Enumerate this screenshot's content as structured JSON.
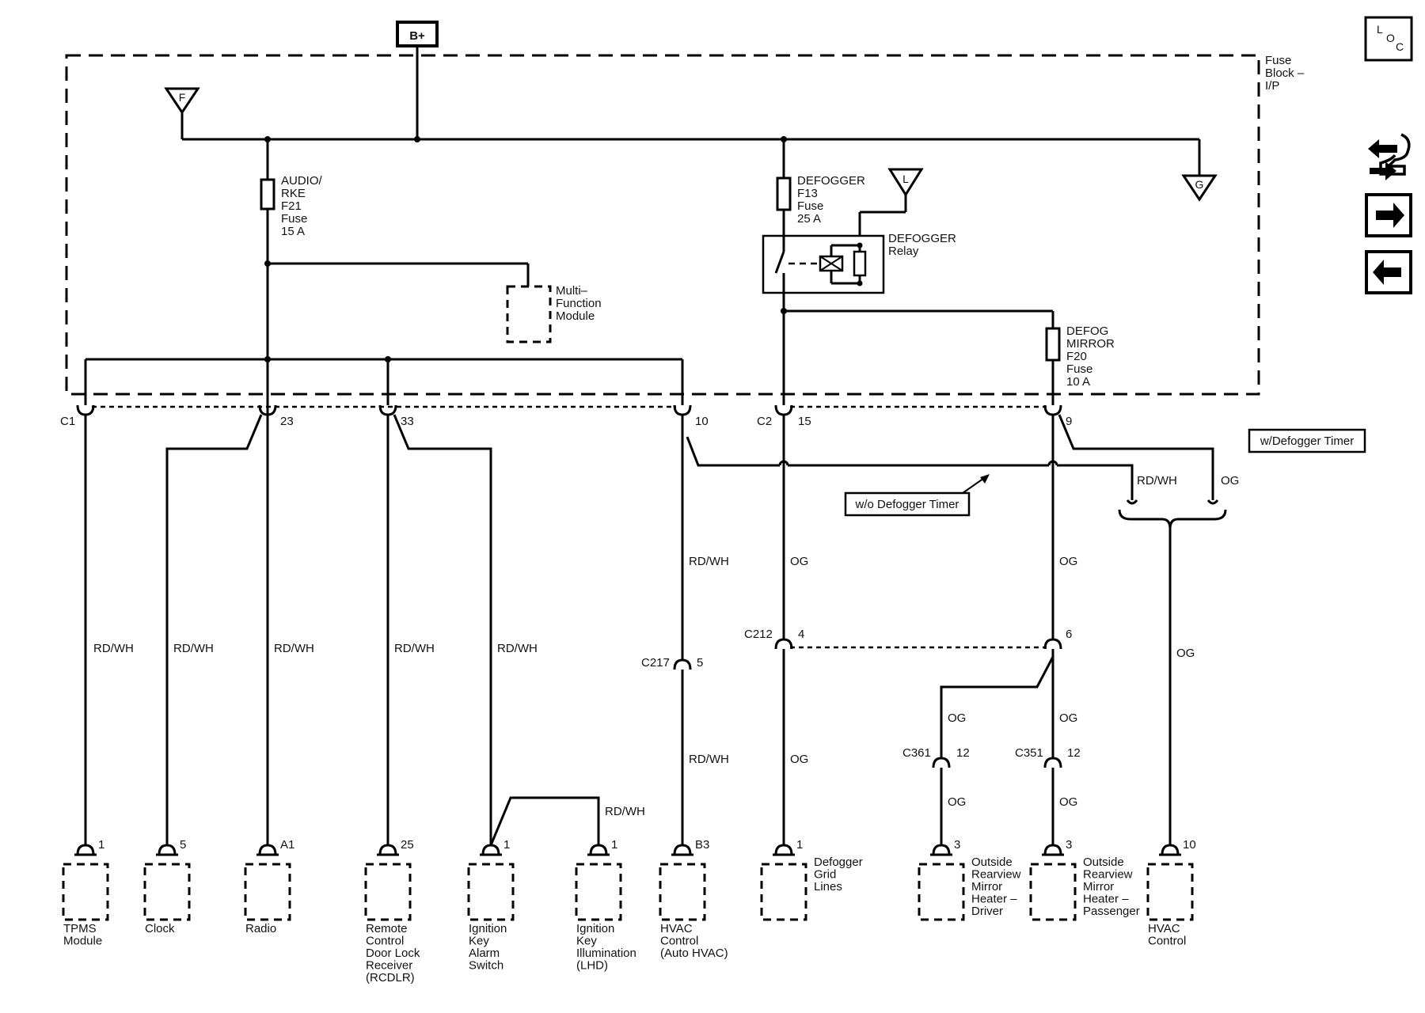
{
  "power_source": "B+",
  "fuse_block_label": [
    "Fuse",
    "Block –",
    "I/P"
  ],
  "refs": {
    "f": "F",
    "g": "G",
    "l": "L"
  },
  "fuses": {
    "audio": [
      "AUDIO/",
      "RKE",
      "F21",
      "Fuse",
      "15 A"
    ],
    "defogger": [
      "DEFOGGER",
      "F13",
      "Fuse",
      "25 A"
    ],
    "defog_mirror": [
      "DEFOG",
      "MIRROR",
      "F20",
      "Fuse",
      "10 A"
    ]
  },
  "relay_label": [
    "DEFOGGER",
    "Relay"
  ],
  "mfm_label": [
    "Multi–",
    "Function",
    "Module"
  ],
  "connectors": {
    "c1": "C1",
    "c2": "C2",
    "p23": "23",
    "p33": "33",
    "p10": "10",
    "p15": "15",
    "p9": "9",
    "c212": "C212",
    "c212_p4": "4",
    "c212_p6": "6",
    "c217": "C217",
    "c217_p5": "5",
    "c361": "C361",
    "c361_p12": "12",
    "c351": "C351",
    "c351_p12": "12"
  },
  "wire_colors": {
    "rdwh": "RD/WH",
    "og": "OG"
  },
  "options": {
    "wo_timer": "w/o Defogger Timer",
    "w_timer": "w/Defogger Timer"
  },
  "components": [
    {
      "pin": "1",
      "name": [
        "TPMS",
        "Module"
      ]
    },
    {
      "pin": "5",
      "name": [
        "Clock"
      ]
    },
    {
      "pin": "A1",
      "name": [
        "Radio"
      ]
    },
    {
      "pin": "25",
      "name": [
        "Remote",
        "Control",
        "Door Lock",
        "Receiver",
        "(RCDLR)"
      ]
    },
    {
      "pin": "1",
      "name": [
        "Ignition",
        "Key",
        "Alarm",
        "Switch"
      ]
    },
    {
      "pin": "1",
      "name": [
        "Ignition",
        "Key",
        "Illumination",
        "(LHD)"
      ]
    },
    {
      "pin": "B3",
      "name": [
        "HVAC",
        "Control",
        "(Auto HVAC)"
      ]
    },
    {
      "pin": "1",
      "name": [
        "Defogger",
        "Grid",
        "Lines"
      ]
    },
    {
      "pin": "3",
      "name": [
        "Outside",
        "Rearview",
        "Mirror",
        "Heater –",
        "Driver"
      ]
    },
    {
      "pin": "3",
      "name": [
        "Outside",
        "Rearview",
        "Mirror",
        "Heater –",
        "Passenger"
      ]
    },
    {
      "pin": "10",
      "name": [
        "HVAC",
        "Control"
      ]
    }
  ],
  "nav": {
    "loc_icon": [
      "L",
      "O",
      "C"
    ],
    "icons": [
      "loc-icon",
      "component-swap-icon",
      "next-page-arrow-icon",
      "previous-page-arrow-icon"
    ]
  }
}
